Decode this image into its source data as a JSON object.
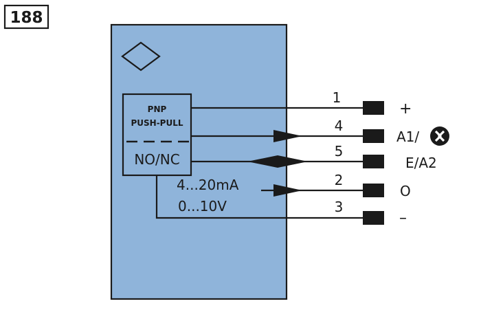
{
  "figure_number": "188",
  "sensor": {
    "output_type_line1": "PNP",
    "output_type_line2": "PUSH-PULL",
    "switching": "NO/NC",
    "analog_current": "4...20mA",
    "analog_voltage": "0...10V"
  },
  "pins": [
    {
      "number": "1",
      "label": "+"
    },
    {
      "number": "4",
      "label": "A1/"
    },
    {
      "number": "5",
      "label": "E/A2"
    },
    {
      "number": "2",
      "label": "O"
    },
    {
      "number": "3",
      "label": "–"
    }
  ],
  "colors": {
    "housing_fill": "#8fb4da",
    "line": "#1a1a1a"
  },
  "icons": [
    "proximity-sensor-symbol-icon",
    "io-link-icon"
  ]
}
